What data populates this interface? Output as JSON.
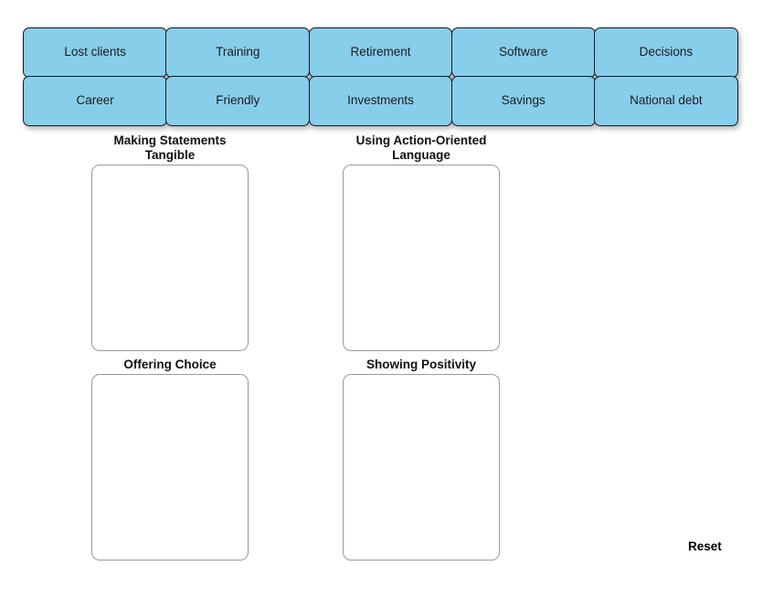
{
  "page": {
    "background_color": "#ffffff"
  },
  "tile_grid": {
    "name": "draggable-word-tiles",
    "tile_color": "#87ceeb",
    "tile_border_color": "#1a1a1a",
    "columns": 5,
    "rows": 2,
    "tiles": [
      {
        "label": "Lost clients"
      },
      {
        "label": "Training"
      },
      {
        "label": "Retirement"
      },
      {
        "label": "Software"
      },
      {
        "label": "Decisions"
      },
      {
        "label": "Career"
      },
      {
        "label": "Friendly"
      },
      {
        "label": "Investments"
      },
      {
        "label": "Savings"
      },
      {
        "label": "National debt"
      }
    ]
  },
  "drop_zones": [
    {
      "id": "tangible",
      "label": "Making Statements Tangible",
      "items": []
    },
    {
      "id": "action",
      "label": "Using Action-Oriented Language",
      "items": []
    },
    {
      "id": "choice",
      "label": "Offering Choice",
      "items": []
    },
    {
      "id": "positivity",
      "label": "Showing Positivity",
      "items": []
    }
  ],
  "controls": {
    "reset_label": "Reset"
  }
}
